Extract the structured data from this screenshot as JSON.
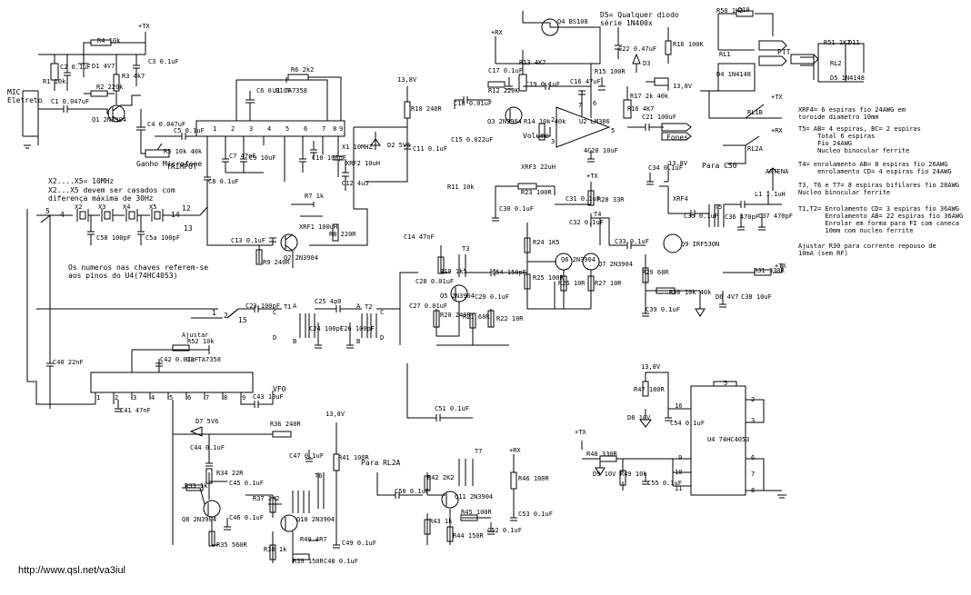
{
  "title_note": "D5= Qualquer diodo\nsérie 1N400x",
  "labels": {
    "mic": "MIC\nEletreto",
    "ganho": "Ganho Microfone",
    "trimpot": "TRIMPOT",
    "volume": "Volume",
    "fones": "Fones",
    "ptt": "PTT",
    "para_c50": "Para C50",
    "antena": "ANTENA",
    "vfo": "VFO",
    "ajustar": "Ajustar",
    "para_rl2a": "Para RL2A",
    "x_freq": "X2....X5= 10MHz",
    "x_casados": "X2...X5 devem ser casados com\ndiferença máxima de 30Hz",
    "chaves_note": "Os numeros nas chaves referem-se\naos pinos do U4(74HC4053)",
    "url": "http://www.qsl.net/va3iul"
  },
  "notes": [
    "XRF4= 6 espiras fio 24AWG em\ntoroide diametro 10mm",
    "T5= AB= 4 espiras, BC= 2 espiras\n     Total 6 espiras\n     Fio 24AWG\n     Nucleo binocular ferrite",
    "T4= enrolamento AB= 8 espiras fio 26AWG\n     enrolamento CD= 4 espiras fio 24AWG",
    "T3, T6 e T7= 8 espiras bifilares fio 28AWG\nNucleo binocular ferrite",
    "T1,T2= Enrolamento CD= 3 espiras fio 36AWG\n       Enrolamento AB= 22 espiras fio 36AWG\n       Enrolar em forma para FI com caneca\n       10mm com nucleo ferrite",
    "Ajustar R30 para corrente repouso de\n10mA (sem RF)"
  ],
  "rails": {
    "tx1": "+TX",
    "rx1": "+RX",
    "v138a": "13,8V",
    "v138b": "13,8V",
    "tx2": "+TX",
    "rx2": "+RX",
    "v138c": "13,8V",
    "tx3": "+TX",
    "rx3": "+RX",
    "v138d": "13,8V",
    "tx4": "+TX",
    "tx5": "+TX",
    "v138e": "13,8V",
    "tx6": "+TX"
  },
  "ics": {
    "u1": "U1\nTA7358",
    "u2": "U2\nLM386",
    "u3": "U3\nTA7358",
    "u4": "U4\n74HC4053"
  },
  "components": [
    {
      "id": "r4",
      "text": "R4\n10k"
    },
    {
      "id": "c3",
      "text": "C3\n0.1uF"
    },
    {
      "id": "c2",
      "text": "C2\n0.1uF"
    },
    {
      "id": "d1",
      "text": "D1\n4V7"
    },
    {
      "id": "r3",
      "text": "R3\n4k7"
    },
    {
      "id": "r1",
      "text": "R1\n10k"
    },
    {
      "id": "r2",
      "text": "R2\n220k"
    },
    {
      "id": "c1",
      "text": "C1\n0.047uF"
    },
    {
      "id": "q1",
      "text": "Q1\n2N3904"
    },
    {
      "id": "c4",
      "text": "C4\n0.047uF"
    },
    {
      "id": "c5",
      "text": "C5\n0.1uF"
    },
    {
      "id": "r5",
      "text": "R5\n10k 40k"
    },
    {
      "id": "r6",
      "text": "R6\n2k2"
    },
    {
      "id": "c6",
      "text": "C6\n0.01uF"
    },
    {
      "id": "c7",
      "text": "C7\n47nF"
    },
    {
      "id": "c9",
      "text": "C9\n10uF"
    },
    {
      "id": "c8",
      "text": "C8\n0.1uF"
    },
    {
      "id": "r7",
      "text": "R7\n1k"
    },
    {
      "id": "xrf1",
      "text": "XRF1\n100uH"
    },
    {
      "id": "c10",
      "text": "C10\n100pF"
    },
    {
      "id": "c11",
      "text": "C11\n0.1uF"
    },
    {
      "id": "x1",
      "text": "X1\n10MHZ"
    },
    {
      "id": "c12",
      "text": "C12\n4u5"
    },
    {
      "id": "xrf2",
      "text": "XRF2\n10uH"
    },
    {
      "id": "r8",
      "text": "R8\n220R"
    },
    {
      "id": "r9",
      "text": "R9\n240R"
    },
    {
      "id": "q2",
      "text": "Q2\n2N3904"
    },
    {
      "id": "c13",
      "text": "C13\n0.1uF"
    },
    {
      "id": "r10",
      "text": "R10\n240R"
    },
    {
      "id": "d2",
      "text": "D2\n5V6"
    },
    {
      "id": "c14",
      "text": "C14\n47nF"
    },
    {
      "id": "q4",
      "text": "Q4\nBS108"
    },
    {
      "id": "c22",
      "text": "C22\n0.47uF"
    },
    {
      "id": "d3",
      "text": "D3"
    },
    {
      "id": "r16",
      "text": "R16\n100K"
    },
    {
      "id": "r13",
      "text": "R13\n4K7"
    },
    {
      "id": "c17",
      "text": "C17\n0.1uF"
    },
    {
      "id": "r12",
      "text": "R12\n220K"
    },
    {
      "id": "c19",
      "text": "C19\n0.1uF"
    },
    {
      "id": "c18",
      "text": "C18\n0.01uF"
    },
    {
      "id": "r15",
      "text": "R15\n100R"
    },
    {
      "id": "c16",
      "text": "C16\n47uF"
    },
    {
      "id": "q3",
      "text": "Q3\n2N3904"
    },
    {
      "id": "r14",
      "text": "R14\n10k 40k"
    },
    {
      "id": "c20",
      "text": "C20\n10uF"
    },
    {
      "id": "r17",
      "text": "R17\n2k 40k"
    },
    {
      "id": "r16b",
      "text": "R16\n4K7"
    },
    {
      "id": "c21",
      "text": "C21\n100uF"
    },
    {
      "id": "c15",
      "text": "C15\n0.022uF"
    },
    {
      "id": "r11",
      "text": "R11\n10k"
    },
    {
      "id": "xrf3",
      "text": "XRF3\n22uH"
    },
    {
      "id": "r23",
      "text": "R23\n100R"
    },
    {
      "id": "c31",
      "text": "C31\n0.1uF"
    },
    {
      "id": "c30",
      "text": "C30\n0.1uF"
    },
    {
      "id": "r28",
      "text": "R28\n33R"
    },
    {
      "id": "r24",
      "text": "R24\n1K5"
    },
    {
      "id": "c32",
      "text": "C32\n0.1uF"
    },
    {
      "id": "c33",
      "text": "C33\n0.1uF"
    },
    {
      "id": "t4",
      "text": "T4"
    },
    {
      "id": "q6",
      "text": "Q6\n2N3904"
    },
    {
      "id": "q7",
      "text": "Q7\n2N3904"
    },
    {
      "id": "r25",
      "text": "R25\n100R"
    },
    {
      "id": "r26",
      "text": "R26\n10R"
    },
    {
      "id": "r27",
      "text": "R27\n10R"
    },
    {
      "id": "t3",
      "text": "T3"
    },
    {
      "id": "r19",
      "text": "R19\n1k5"
    },
    {
      "id": "c54",
      "text": "C54\n150pF"
    },
    {
      "id": "c28",
      "text": "C28\n0.01uF"
    },
    {
      "id": "q5",
      "text": "Q5\n2N3904"
    },
    {
      "id": "c29",
      "text": "C29\n0.1uF"
    },
    {
      "id": "r20",
      "text": "R20\n240R"
    },
    {
      "id": "r21",
      "text": "R21\n68R"
    },
    {
      "id": "r22",
      "text": "R22\n10R"
    },
    {
      "id": "c27",
      "text": "C27\n0.01uF"
    },
    {
      "id": "c34",
      "text": "C34\n0.1uF"
    },
    {
      "id": "xrf4",
      "text": "XRF4"
    },
    {
      "id": "c35",
      "text": "C35\n0.1uF"
    },
    {
      "id": "t5",
      "text": "T5"
    },
    {
      "id": "c36",
      "text": "C36\n470pF"
    },
    {
      "id": "l1",
      "text": "L1\n1.1uH"
    },
    {
      "id": "c37",
      "text": "C37\n470pF"
    },
    {
      "id": "q9",
      "text": "Q9\nIRF530N"
    },
    {
      "id": "r29",
      "text": "R29\n68R"
    },
    {
      "id": "r30",
      "text": "R30\n10k 40k"
    },
    {
      "id": "c39",
      "text": "C39\n0.1uF"
    },
    {
      "id": "d6",
      "text": "D6\n4V7"
    },
    {
      "id": "c38",
      "text": "C38\n10uF"
    },
    {
      "id": "r31",
      "text": "R31\n330R"
    },
    {
      "id": "r50",
      "text": "R50\n1K2"
    },
    {
      "id": "d10",
      "text": "D10"
    },
    {
      "id": "rl1",
      "text": "RL1"
    },
    {
      "id": "d4",
      "text": "D4\n1N4148"
    },
    {
      "id": "rl1b",
      "text": "RL1B"
    },
    {
      "id": "r51",
      "text": "R51\n1K2"
    },
    {
      "id": "d11",
      "text": "D11"
    },
    {
      "id": "rl2",
      "text": "RL2"
    },
    {
      "id": "d5",
      "text": "D5\n1N4148"
    },
    {
      "id": "rl2a",
      "text": "RL2A"
    },
    {
      "id": "c23",
      "text": "C23\n100pF"
    },
    {
      "id": "t1",
      "text": "T1"
    },
    {
      "id": "c25",
      "text": "C25\n4p0"
    },
    {
      "id": "c24",
      "text": "C24\n100pF"
    },
    {
      "id": "c26",
      "text": "C26\n100pF"
    },
    {
      "id": "t2",
      "text": "T2"
    },
    {
      "id": "c40",
      "text": "C40\n22nF"
    },
    {
      "id": "r52",
      "text": "R52\n10k"
    },
    {
      "id": "c42",
      "text": "C42\n0.01uF"
    },
    {
      "id": "c41",
      "text": "C41\n47nF"
    },
    {
      "id": "c43",
      "text": "C43\n10uF"
    },
    {
      "id": "d7",
      "text": "D7\n5V6"
    },
    {
      "id": "r36",
      "text": "R36\n240R"
    },
    {
      "id": "c44",
      "text": "C44\n0.1uF"
    },
    {
      "id": "r34",
      "text": "R34\n22R"
    },
    {
      "id": "c45",
      "text": "C45\n0.1uF"
    },
    {
      "id": "r33",
      "text": "R33\n1k"
    },
    {
      "id": "q8",
      "text": "Q8\n2N3904"
    },
    {
      "id": "r37",
      "text": "R37\n2K2"
    },
    {
      "id": "c46",
      "text": "C46\n0.1uF"
    },
    {
      "id": "r35",
      "text": "R35\n560R"
    },
    {
      "id": "q10",
      "text": "Q10\n2N3904"
    },
    {
      "id": "r38",
      "text": "R38\n1k"
    },
    {
      "id": "r40",
      "text": "R40\n4R7"
    },
    {
      "id": "r39",
      "text": "R39\n150R"
    },
    {
      "id": "c48",
      "text": "C48\n0.1uF"
    },
    {
      "id": "c47",
      "text": "C47\n0.1uF"
    },
    {
      "id": "r41",
      "text": "R41\n100R"
    },
    {
      "id": "t6",
      "text": "T6"
    },
    {
      "id": "c49",
      "text": "C49\n0.1uF"
    },
    {
      "id": "c51",
      "text": "C51\n0.1uF"
    },
    {
      "id": "t7",
      "text": "T7"
    },
    {
      "id": "r46",
      "text": "R46\n100R"
    },
    {
      "id": "r42",
      "text": "R42\n2K2"
    },
    {
      "id": "c50",
      "text": "C50\n0.1uF"
    },
    {
      "id": "q11",
      "text": "Q11\n2N3904"
    },
    {
      "id": "r43",
      "text": "R43\n1k"
    },
    {
      "id": "r45",
      "text": "R45\n100R"
    },
    {
      "id": "r44",
      "text": "R44\n150R"
    },
    {
      "id": "c52",
      "text": "C52\n0.1uF"
    },
    {
      "id": "c53",
      "text": "C53\n0.1uF"
    },
    {
      "id": "r47",
      "text": "R47\n180R"
    },
    {
      "id": "d8",
      "text": "D8\n10V"
    },
    {
      "id": "c54b",
      "text": "C54\n0.1uF"
    },
    {
      "id": "r48",
      "text": "R48\n330R"
    },
    {
      "id": "d9",
      "text": "D9\n10V"
    },
    {
      "id": "r49",
      "text": "R49\n10k"
    },
    {
      "id": "c55",
      "text": "C55\n0.1uF"
    },
    {
      "id": "x2",
      "text": "X2"
    },
    {
      "id": "x3",
      "text": "X3"
    },
    {
      "id": "x4",
      "text": "X4"
    },
    {
      "id": "x5",
      "text": "X5"
    },
    {
      "id": "c58",
      "text": "C58\n100pF"
    },
    {
      "id": "c5a",
      "text": "C5a\n100pF"
    }
  ],
  "pins": {
    "u1": [
      "1",
      "2",
      "3",
      "4",
      "5",
      "6",
      "7",
      "8",
      "9"
    ],
    "u3": [
      "1",
      "2",
      "3",
      "4",
      "5",
      "6",
      "7",
      "8",
      "9"
    ],
    "u2": [
      "2",
      "3",
      "4",
      "5",
      "6",
      "7"
    ],
    "u4_left": [
      "16",
      "9",
      "10",
      "11"
    ],
    "u4_right": [
      "2",
      "3",
      "6",
      "7",
      "8"
    ],
    "u4_top": "5",
    "sw1": [
      "5",
      "4",
      "14",
      "12",
      "13"
    ],
    "sw2": [
      "1",
      "2",
      "15"
    ],
    "tr": [
      "A",
      "B",
      "C",
      "D"
    ]
  }
}
